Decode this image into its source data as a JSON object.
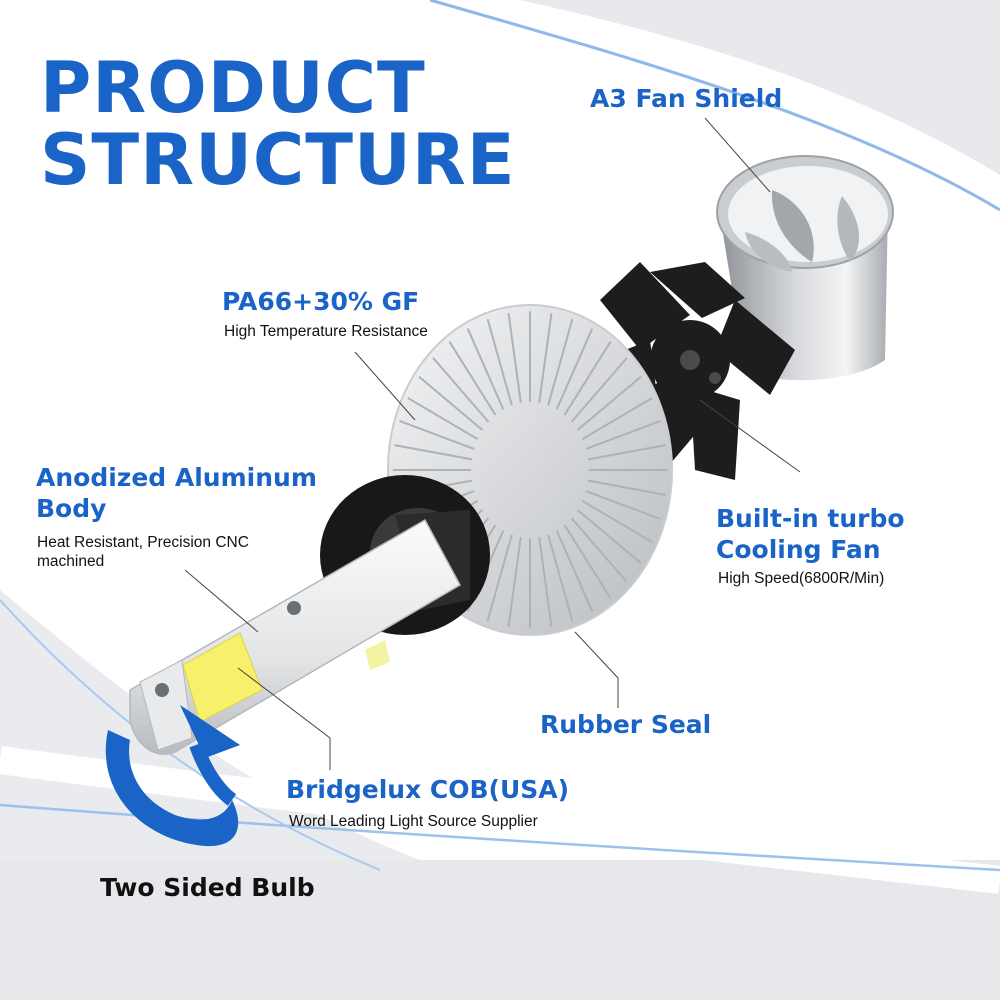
{
  "title": {
    "line1": "PRODUCT",
    "line2": "STRUCTURE"
  },
  "colors": {
    "brand": "#1a63c7",
    "dark": "#111111",
    "fan": "#1d1d1d",
    "heatsink": "#e6e8ea",
    "led": "#f6f06a"
  },
  "callouts": {
    "fan_shield": {
      "title": "A3 Fan Shield"
    },
    "pa66": {
      "title": "PA66+30% GF",
      "subtitle": "High Temperature Resistance"
    },
    "aluminum": {
      "title_line1": "Anodized Aluminum",
      "title_line2": "Body",
      "subtitle_line1": "Heat Resistant, Precision CNC",
      "subtitle_line2": "machined"
    },
    "fan": {
      "title_line1": "Built-in turbo",
      "title_line2": "Cooling Fan",
      "subtitle": "High Speed(6800R/Min)"
    },
    "rubber_seal": {
      "title": "Rubber Seal"
    },
    "cob": {
      "title": "Bridgelux COB(USA)",
      "subtitle": "Word Leading Light Source Supplier"
    },
    "two_sided": {
      "title": "Two Sided Bulb"
    }
  },
  "icons": [
    "rotation-arrow-icon",
    "screw-icon"
  ]
}
